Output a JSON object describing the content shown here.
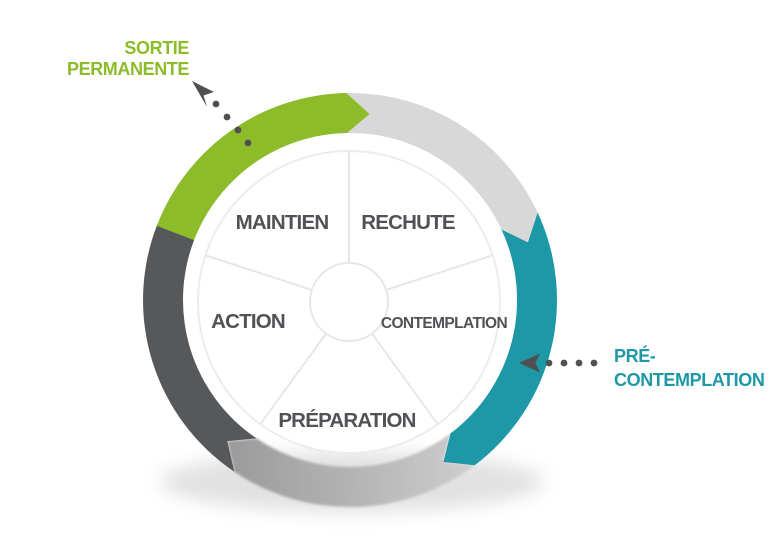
{
  "colors": {
    "green": "#8CBC29",
    "teal": "#1E97A7",
    "dark_gray": "#57585A",
    "light_gray": "#D8D8D8",
    "shadow_dark": "#9A9A9A",
    "shadow_light": "#CFCFCF",
    "divider": "#E7E7E7",
    "wheel_edge": "#ECECEC",
    "label_gray": "#515256",
    "dot": "#4F5052"
  },
  "wheel": {
    "maintien": "MAINTIEN",
    "rechute": "RECHUTE",
    "contemplation": "CONTEMPLATION",
    "preparation": "PRÉPARATION",
    "action": "ACTION"
  },
  "callouts": {
    "sortie_line1": "SORTIE",
    "sortie_line2": "PERMANENTE",
    "pre_line1": "PRÉ-",
    "pre_line2": "CONTEMPLATION"
  }
}
